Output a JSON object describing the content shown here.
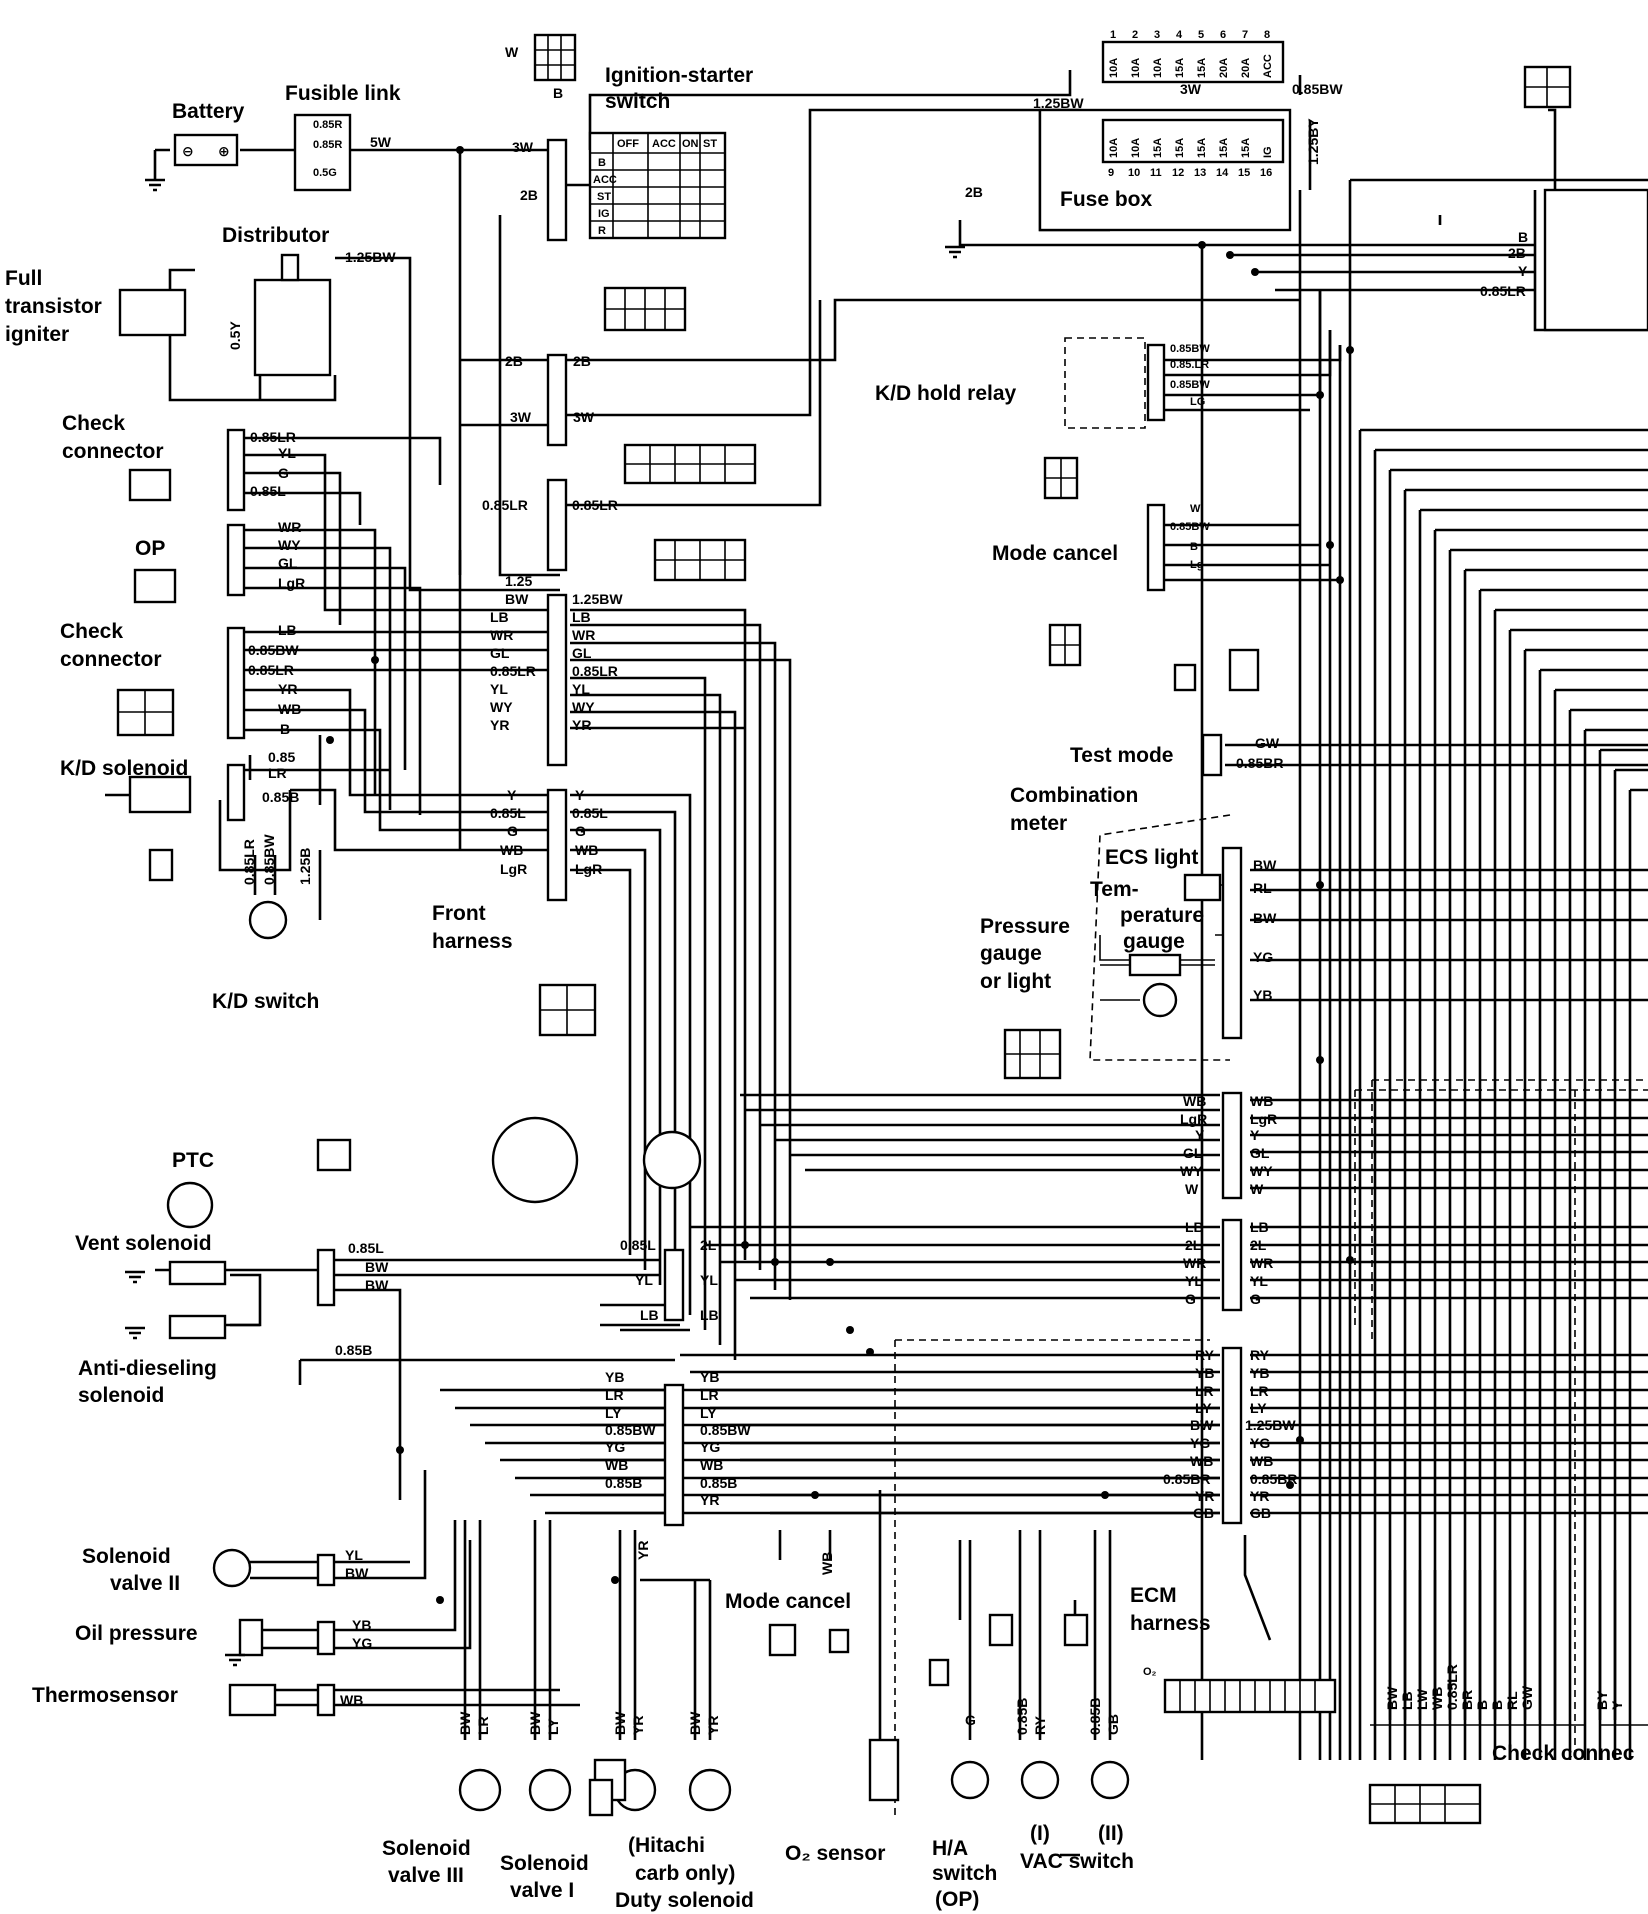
{
  "components": {
    "battery": "Battery",
    "fusible_link": "Fusible link",
    "ignition_1": "Ignition-starter",
    "ignition_2": "switch",
    "fuse_box": "Fuse box",
    "distributor": "Distributor",
    "igniter_1": "Full",
    "igniter_2": "transistor",
    "igniter_3": "igniter",
    "check_connector_a_1": "Check",
    "check_connector_a_2": "connector",
    "op": "OP",
    "check_connector_b_1": "Check",
    "check_connector_b_2": "connector",
    "kd_solenoid": "K/D solenoid",
    "kd_switch": "K/D switch",
    "front_harness_1": "Front",
    "front_harness_2": "harness",
    "kd_hold_relay": "K/D hold relay",
    "mode_cancel_top": "Mode cancel",
    "test_mode": "Test mode",
    "combination_meter_1": "Combination",
    "combination_meter_2": "meter",
    "ecs_light": "ECS light",
    "temperature_gauge_1": "Tem-",
    "temperature_gauge_2": "perature",
    "temperature_gauge_3": "gauge",
    "pressure_gauge_1": "Pressure",
    "pressure_gauge_2": "gauge",
    "pressure_gauge_3": "or light",
    "ptc": "PTC",
    "vent_solenoid": "Vent solenoid",
    "anti_dieseling_1": "Anti-dieseling",
    "anti_dieseling_2": "solenoid",
    "solenoid_valve_ii_1": "Solenoid",
    "solenoid_valve_ii_2": "valve II",
    "oil_pressure": "Oil pressure",
    "thermosensor": "Thermosensor",
    "solenoid_valve_iii_1": "Solenoid",
    "solenoid_valve_iii_2": "valve III",
    "solenoid_valve_i_1": "Solenoid",
    "solenoid_valve_i_2": "valve I",
    "duty_solenoid_1": "(Hitachi",
    "duty_solenoid_2": "carb only)",
    "duty_solenoid_3": "Duty solenoid",
    "mode_cancel_bottom": "Mode cancel",
    "o2_sensor": "O₂ sensor",
    "ha_switch_1": "H/A",
    "ha_switch_2": "switch",
    "ha_switch_3": "(OP)",
    "vac_switch_i": "(I)",
    "vac_switch_ii": "(II)",
    "vac_switch": "VAC switch",
    "ecm_harness_1": "ECM",
    "ecm_harness_2": "harness",
    "check_connector_bottom": "Check connec"
  },
  "ignition_table": {
    "header": [
      "",
      "OFF",
      "ACC",
      "ON",
      "ST"
    ],
    "rows": [
      "B",
      "ACC",
      "ST",
      "IG",
      "R"
    ]
  },
  "fuse_box": {
    "top_numbers": [
      "1",
      "2",
      "3",
      "4",
      "5",
      "6",
      "7",
      "8"
    ],
    "bottom_numbers": [
      "9",
      "10",
      "11",
      "12",
      "13",
      "14",
      "15",
      "16"
    ],
    "top_ratings": [
      "10A",
      "10A",
      "10A",
      "15A",
      "15A",
      "20A",
      "20A",
      "ACC"
    ],
    "bottom_ratings": [
      "10A",
      "10A",
      "15A",
      "15A",
      "15A",
      "15A",
      "15A",
      "IG"
    ]
  },
  "wire_labels": {
    "fusible_085r_a": "0.85R",
    "fusible_085r_b": "0.85R",
    "fusible_05g": "0.5G",
    "w5": "5W",
    "w3": "3W",
    "w2b": "2B",
    "b": "B",
    "w": "W",
    "w125bw": "1.25BW",
    "w05y": "0.5Y",
    "w085lr": "0.85LR",
    "w085l": "0.85L",
    "yl": "YL",
    "g": "G",
    "wr": "WR",
    "wy": "WY",
    "gl": "GL",
    "lgr": "LgR",
    "lb": "LB",
    "w085bw": "0.85BW",
    "yr": "YR",
    "wb": "WB",
    "lr": "LR",
    "w085": "0.85",
    "w085b": "0.85B",
    "w125b": "1.25B",
    "w085lr_v": "0.85LR",
    "w085bw_v": "0.85BW",
    "y": "Y",
    "l": "L",
    "w125": "1.25",
    "bw": "BW",
    "w2l": "2L",
    "yb": "YB",
    "ly": "LY",
    "yg": "YG",
    "ry": "RY",
    "w085br": "0.85BR",
    "gb": "GB",
    "gw": "GW",
    "br": "BR",
    "rl": "RL",
    "lg": "Lg",
    "lg_up": "LG",
    "w085lr_relay": "0.85.LR",
    "w125by": "1.25BY",
    "w125bw_fuse": "1.25BW",
    "o2": "O₂",
    "wb_gw": "GW",
    "lw": "LW",
    "by": "BY"
  }
}
